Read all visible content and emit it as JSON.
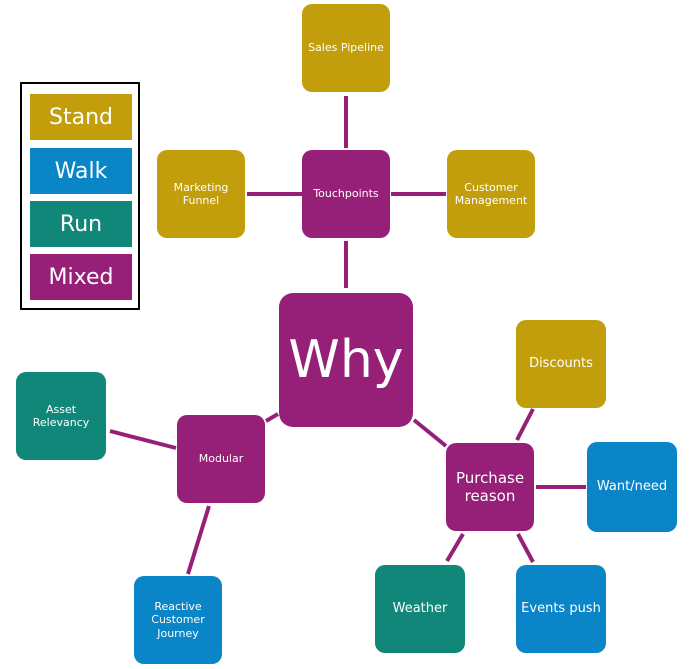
{
  "legend": {
    "items": [
      {
        "label": "Stand",
        "color": "#c29e0c"
      },
      {
        "label": "Walk",
        "color": "#0a85c8"
      },
      {
        "label": "Run",
        "color": "#11877a"
      },
      {
        "label": "Mixed",
        "color": "#962078"
      }
    ]
  },
  "nodes": {
    "why": "Why",
    "touchpoints": "Touchpoints",
    "sales_pipeline": "Sales Pipeline",
    "marketing_funnel": "Marketing\nFunnel",
    "customer_management": "Customer\nManagement",
    "modular": "Modular",
    "asset_relevancy": "Asset\nRelevancy",
    "reactive_customer_journey": "Reactive\nCustomer\nJourney",
    "purchase_reason": "Purchase\nreason",
    "discounts": "Discounts",
    "want_need": "Want/need",
    "weather": "Weather",
    "events_push": "Events push"
  },
  "colors": {
    "link": "#962078",
    "stand": "#c29e0c",
    "walk": "#0a85c8",
    "run": "#11877a",
    "mixed": "#962078"
  }
}
